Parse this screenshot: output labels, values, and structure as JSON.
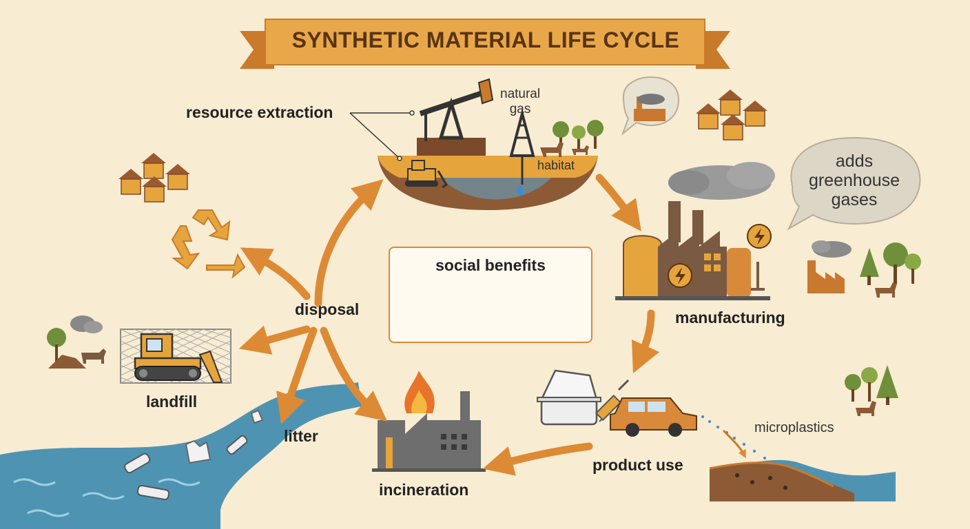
{
  "title": "SYNTHETIC MATERIAL LIFE CYCLE",
  "labels": {
    "resource_extraction": "resource extraction",
    "natural_gas": "natural\ngas",
    "habitat": "habitat",
    "manufacturing": "manufacturing",
    "greenhouse": "adds\ngreenhouse\ngases",
    "product_use": "product use",
    "microplastics": "microplastics",
    "incineration": "incineration",
    "litter": "litter",
    "landfill": "landfill",
    "disposal": "disposal",
    "social_benefits": "social benefits"
  },
  "colors": {
    "background": "#f8ecd2",
    "arrow": "#dd8a35",
    "banner": "#e8a84a",
    "banner_dark": "#c97a2a",
    "water": "#4f93b2",
    "factory": "#e6a43c",
    "building": "#c9792f"
  },
  "icons": [
    "oil-pump-icon",
    "gas-rig-icon",
    "bulldozer-icon",
    "factory-icon",
    "smoke-cloud-icon",
    "recycle-icon",
    "house-icon",
    "tree-icon",
    "animal-icon",
    "fire-icon",
    "car-icon",
    "syringe-icon",
    "food-container-icon",
    "medical-kit-icon",
    "food-package-icon",
    "thumbs-up-icon",
    "bottle-icon",
    "plastic-bag-icon",
    "leaf-icon",
    "lightning-icon"
  ]
}
